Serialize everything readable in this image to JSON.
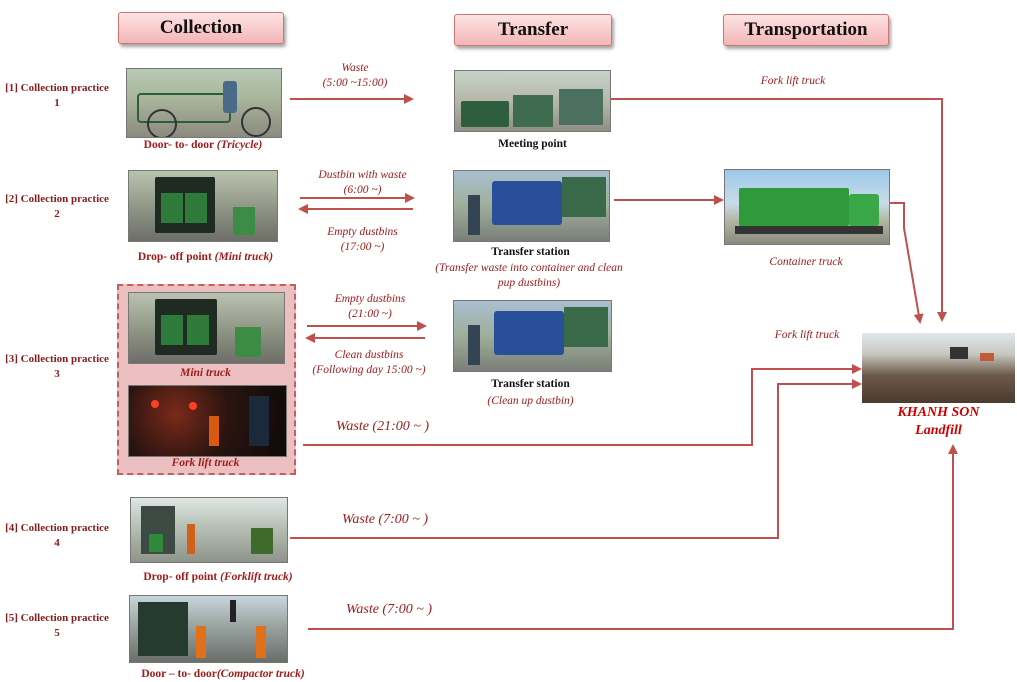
{
  "headers": {
    "collection": "Collection",
    "transfer": "Transfer",
    "transportation": "Transportation"
  },
  "rows": [
    {
      "label": "[1] Collection practice 1",
      "caption_main": "Door- to- door ",
      "caption_detail": "(Tricycle)"
    },
    {
      "label": "[2] Collection practice 2",
      "caption_main": "Drop- off point ",
      "caption_detail": "(Mini truck)"
    },
    {
      "label": "[3] Collection practice 3",
      "caption_mini": "Mini truck",
      "caption_fork": "Fork lift truck"
    },
    {
      "label": "[4] Collection practice 4",
      "caption_main": "Drop- off point ",
      "caption_detail": "(Forklift  truck)"
    },
    {
      "label": "[5] Collection practice 5",
      "caption_main": "Door – to- door",
      "caption_detail": "(Compactor  truck)"
    }
  ],
  "transfer": {
    "meeting_point": "Meeting point",
    "station1_title": "Transfer station",
    "station1_note": "(Transfer waste into container and clean pup dustbins)",
    "station2_title": "Transfer station",
    "station2_note": "(Clean up dustbin)"
  },
  "flows": {
    "r1_waste": "Waste",
    "r1_time": "(5:00 ~15:00)",
    "r2_fwd": "Dustbin with waste",
    "r2_fwd_time": "(6:00 ~)",
    "r2_back": "Empty dustbins",
    "r2_back_time": "(17:00  ~)",
    "r3_fwd": "Empty dustbins",
    "r3_fwd_time": "(21:00 ~)",
    "r3_back": "Clean dustbins",
    "r3_back_time": "(Following day 15:00  ~)",
    "r3_waste": "Waste   (21:00 ~ )",
    "r4_waste": "Waste   (7:00 ~ )",
    "r5_waste": "Waste   (7:00 ~ )"
  },
  "transport": {
    "fork1": "Fork lift truck",
    "container": "Container truck",
    "fork2": "Fork lift truck"
  },
  "landfill": {
    "line1": "KHANH SON",
    "line2": "Landfill"
  },
  "colors": {
    "arrow": "#c0504d",
    "caption": "#a01c1c",
    "header_fill": "#f3b6b6"
  }
}
